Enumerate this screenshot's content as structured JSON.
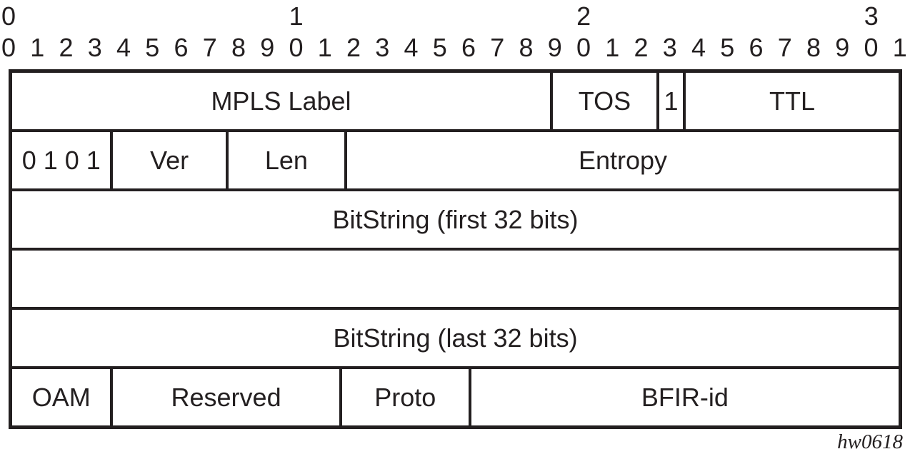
{
  "ruler": {
    "tens_markers": [
      {
        "label": "0",
        "bit": 0
      },
      {
        "label": "1",
        "bit": 10
      },
      {
        "label": "2",
        "bit": 20
      },
      {
        "label": "3",
        "bit": 30
      }
    ],
    "bit_digits": [
      "0",
      "1",
      "2",
      "3",
      "4",
      "5",
      "6",
      "7",
      "8",
      "9",
      "0",
      "1",
      "2",
      "3",
      "4",
      "5",
      "6",
      "7",
      "8",
      "9",
      "0",
      "1",
      "2",
      "3",
      "4",
      "5",
      "6",
      "7",
      "8",
      "9",
      "0",
      "1"
    ]
  },
  "fields": {
    "rows": [
      {
        "cells": [
          {
            "name": "mpls-label",
            "label": "MPLS Label",
            "width_pct": 61.0
          },
          {
            "name": "tos",
            "label": "TOS",
            "width_pct": 12.0
          },
          {
            "name": "s-bit",
            "label": "1",
            "width_pct": 3.0
          },
          {
            "name": "ttl",
            "label": "TTL",
            "width_pct": 24.0
          }
        ]
      },
      {
        "cells": [
          {
            "name": "nibble-0101",
            "label": "0 1 0 1",
            "width_pct": 11.4
          },
          {
            "name": "ver",
            "label": "Ver",
            "width_pct": 13.0
          },
          {
            "name": "len",
            "label": "Len",
            "width_pct": 13.4
          },
          {
            "name": "entropy",
            "label": "Entropy",
            "width_pct": 62.2
          }
        ]
      },
      {
        "cells": [
          {
            "name": "bitstring-first",
            "label": "BitString (first 32 bits)",
            "width_pct": 100
          }
        ]
      },
      {
        "cells": [
          {
            "name": "bitstring-middle",
            "label": "",
            "width_pct": 100
          }
        ]
      },
      {
        "cells": [
          {
            "name": "bitstring-last",
            "label": "BitString (last 32 bits)",
            "width_pct": 100
          }
        ]
      },
      {
        "cells": [
          {
            "name": "oam",
            "label": "OAM",
            "width_pct": 11.4
          },
          {
            "name": "reserved",
            "label": "Reserved",
            "width_pct": 25.8
          },
          {
            "name": "proto",
            "label": "Proto",
            "width_pct": 14.6
          },
          {
            "name": "bfir-id",
            "label": "BFIR-id",
            "width_pct": 48.2
          }
        ]
      }
    ]
  },
  "caption": "hw0618",
  "colors": {
    "ink": "#231f20",
    "background": "#ffffff"
  }
}
